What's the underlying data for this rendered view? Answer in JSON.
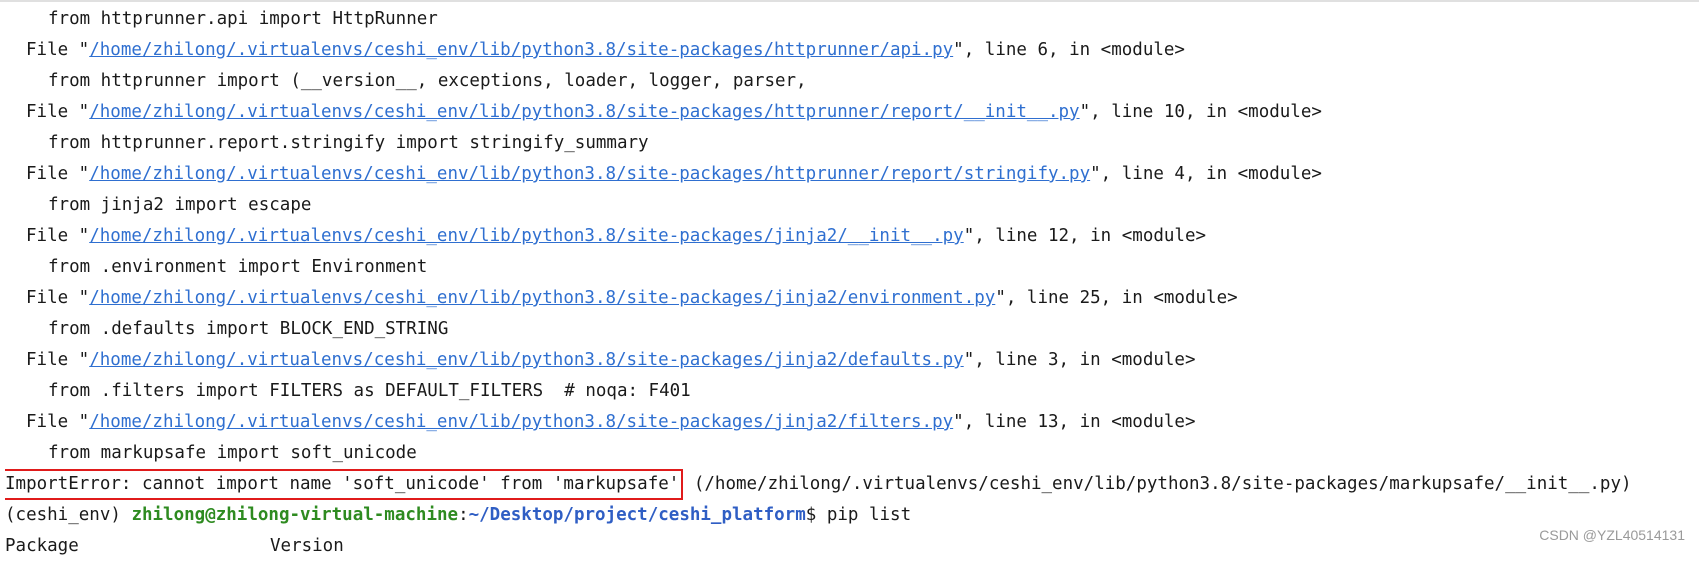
{
  "terminal": {
    "lines": [
      {
        "kind": "code",
        "text": "from httprunner.api import HttpRunner"
      },
      {
        "kind": "file",
        "path": "/home/zhilong/.virtualenvs/ceshi_env/lib/python3.8/site-packages/httprunner/api.py",
        "rest": "\", line 6, in <module>"
      },
      {
        "kind": "code",
        "text": "from httprunner import (__version__, exceptions, loader, logger, parser,"
      },
      {
        "kind": "file",
        "path": "/home/zhilong/.virtualenvs/ceshi_env/lib/python3.8/site-packages/httprunner/report/__init__.py",
        "rest": "\", line 10, in <module>"
      },
      {
        "kind": "code",
        "text": "from httprunner.report.stringify import stringify_summary"
      },
      {
        "kind": "file",
        "path": "/home/zhilong/.virtualenvs/ceshi_env/lib/python3.8/site-packages/httprunner/report/stringify.py",
        "rest": "\", line 4, in <module>"
      },
      {
        "kind": "code",
        "text": "from jinja2 import escape"
      },
      {
        "kind": "file",
        "path": "/home/zhilong/.virtualenvs/ceshi_env/lib/python3.8/site-packages/jinja2/__init__.py",
        "rest": "\", line 12, in <module>"
      },
      {
        "kind": "code",
        "text": "from .environment import Environment"
      },
      {
        "kind": "file",
        "path": "/home/zhilong/.virtualenvs/ceshi_env/lib/python3.8/site-packages/jinja2/environment.py",
        "rest": "\", line 25, in <module>"
      },
      {
        "kind": "code",
        "text": "from .defaults import BLOCK_END_STRING"
      },
      {
        "kind": "file",
        "path": "/home/zhilong/.virtualenvs/ceshi_env/lib/python3.8/site-packages/jinja2/defaults.py",
        "rest": "\", line 3, in <module>"
      },
      {
        "kind": "code",
        "text": "from .filters import FILTERS as DEFAULT_FILTERS  # noqa: F401"
      },
      {
        "kind": "file",
        "path": "/home/zhilong/.virtualenvs/ceshi_env/lib/python3.8/site-packages/jinja2/filters.py",
        "rest": "\", line 13, in <module>"
      },
      {
        "kind": "code",
        "text": "from markupsafe import soft_unicode"
      }
    ],
    "file_prefix": "File \"",
    "error": {
      "highlighted": "ImportError: cannot import name 'soft_unicode' from 'markupsafe'",
      "rest": " (/home/zhilong/.virtualenvs/ceshi_env/lib/python3.8/site-packages/markupsafe/__init__.py)"
    },
    "prompt": {
      "env": "(ceshi_env) ",
      "user": "zhilong@zhilong-virtual-machine",
      "colon": ":",
      "path": "~/Desktop/project/ceshi_platform",
      "symbol": "$ ",
      "command": "pip list"
    },
    "table_header": {
      "package": "Package",
      "version": "Version"
    }
  },
  "colors": {
    "link": "#2f6fd0",
    "error_box": "#e01b1b",
    "prompt_user": "#2e8b20",
    "prompt_path": "#2f5ec4"
  },
  "watermark": "CSDN @YZL40514131"
}
